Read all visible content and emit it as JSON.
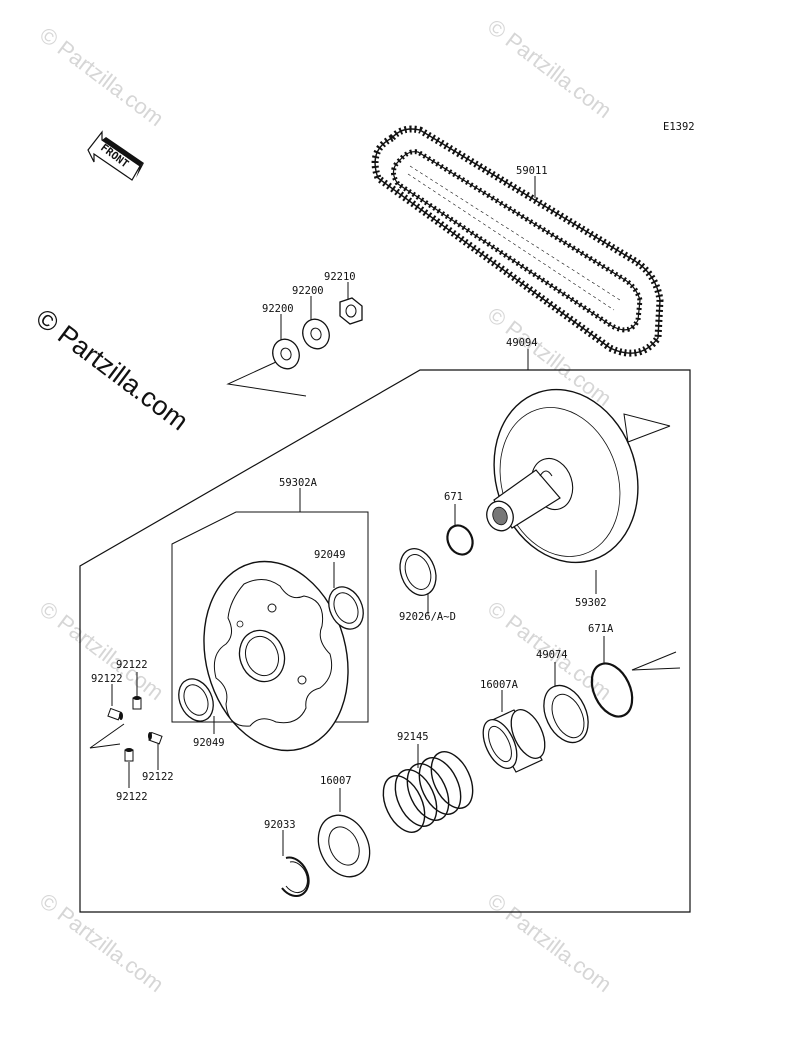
{
  "diagram_code": "E1392",
  "front_marker": "FRONT",
  "watermark": {
    "large_text": "© Partzilla.com",
    "small_text": "© Partzilla.com"
  },
  "parts": {
    "belt": "59011",
    "washer_a": "92200",
    "washer_b": "92200",
    "nut": "92210",
    "sheave_assy": "49094",
    "fixed_sheave": "59302",
    "movable_sheave": "59302A",
    "oring": "671",
    "shim": "92026/A~D",
    "bushing_top": "92049",
    "bushing_bottom": "92049",
    "slider_1": "92122",
    "slider_2": "92122",
    "slider_3": "92122",
    "slider_4": "92122",
    "oring_a": "671A",
    "ramp": "49074",
    "cam_a": "16007A",
    "spring": "92145",
    "cam": "16007",
    "circlip": "92033"
  }
}
